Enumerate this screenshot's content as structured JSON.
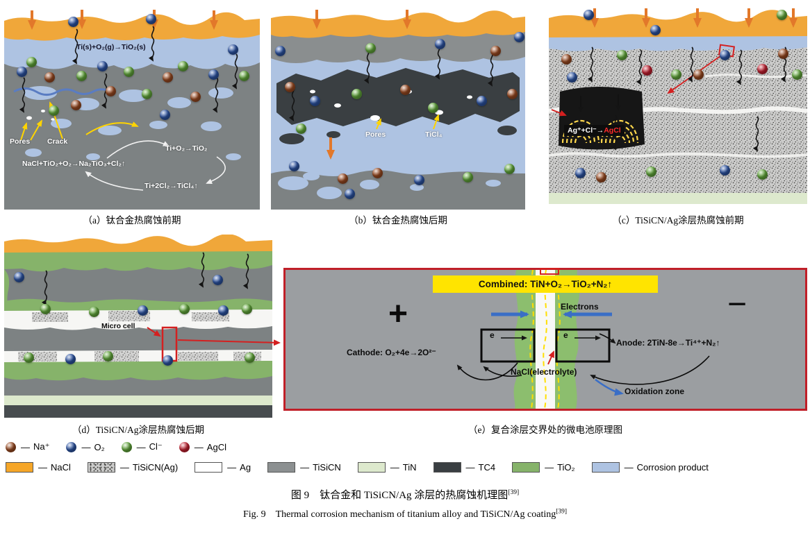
{
  "panels": {
    "a": {
      "caption": "（a）钛合金热腐蚀前期",
      "labels": {
        "surface_reaction": "Ti(s)+O₂(g)→TiO₂(s)",
        "pores": "Pores",
        "crack": "Crack",
        "reaction_oxide": "Ti+O₂→TiO₂",
        "reaction_salt": "NaCl+TiO₂+O₂→Na₂TiO₃+Cl₂↑",
        "reaction_chloride": "Ti+2Cl₂→TiCl₄↑"
      }
    },
    "b": {
      "caption": "（b）钛合金热腐蚀后期",
      "labels": {
        "pores": "Pores",
        "ticl4": "TiCl₄"
      }
    },
    "c": {
      "caption": "（c）TiSiCN/Ag涂层热腐蚀前期",
      "labels": {
        "reaction_left": "Ag⁺+Cl⁻→",
        "reaction_right": "AgCl"
      }
    },
    "d": {
      "caption": "（d）TiSiCN/Ag涂层热腐蚀后期",
      "labels": {
        "micro_cell": "Micro cell"
      }
    },
    "e": {
      "caption": "（e）复合涂层交界处的微电池原理图",
      "labels": {
        "combined": "Combined: TiN+O₂→TiO₂+N₂↑",
        "plus": "+",
        "minus": "−",
        "electrons": "Electrons",
        "cathode": "Cathode: O₂+4e→2O²⁻",
        "anode": "Anode: 2TiN-8e→Ti⁴⁺+N₂↑",
        "electrolyte": "NaCl(electrolyte)",
        "oxidation_zone": "Oxidation zone",
        "electron_left": "e",
        "electron_right": "e"
      }
    }
  },
  "legend": {
    "dash": "—",
    "particles": [
      {
        "key": "na",
        "name": "Na⁺",
        "color": "#9a4a21"
      },
      {
        "key": "o2",
        "name": "O₂",
        "color": "#2d55a5"
      },
      {
        "key": "cl",
        "name": "Cl⁻",
        "color": "#63a93c"
      },
      {
        "key": "agcl",
        "name": "AgCl",
        "color": "#c42030"
      }
    ],
    "materials": [
      {
        "key": "nacl",
        "name": "NaCl",
        "color": "#f5a628",
        "style": "solid"
      },
      {
        "key": "tisicn-ag",
        "name": "TiSiCN(Ag)",
        "color": "#cccccb",
        "style": "speckle"
      },
      {
        "key": "ag",
        "name": "Ag",
        "color": "#ffffff",
        "style": "solid"
      },
      {
        "key": "tisicn",
        "name": "TiSiCN",
        "color": "#8c9091",
        "style": "solid"
      },
      {
        "key": "tin",
        "name": "TiN",
        "color": "#dde9cd",
        "style": "solid"
      },
      {
        "key": "tc4",
        "name": "TC4",
        "color": "#3a3f42",
        "style": "solid"
      },
      {
        "key": "tio2",
        "name": "TiO₂",
        "color": "#86b36a",
        "style": "solid"
      },
      {
        "key": "corrosion",
        "name": "Corrosion product",
        "color": "#aec3e2",
        "style": "solid"
      }
    ]
  },
  "captions": {
    "zh_text": "图 9　钛合金和 TiSiCN/Ag 涂层的热腐蚀机理图",
    "zh_ref": "[39]",
    "en_text": "Fig. 9　Thermal corrosion mechanism of titanium alloy and TiSiCN/Ag coating",
    "en_ref": "[39]"
  }
}
